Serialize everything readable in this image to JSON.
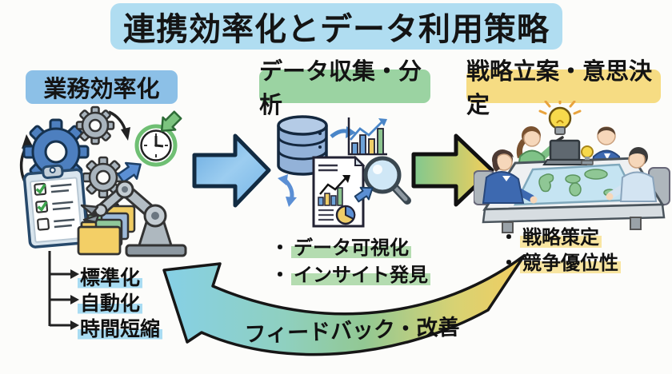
{
  "title": "連携効率化とデータ利用策略",
  "bullet_char": "・",
  "colors": {
    "title_bg": "#b0ddf1",
    "section1_bg": "#8cc0e7",
    "section2_bg": "#9bd3a2",
    "section3_bg": "#f6dc83",
    "highlight_blue": "#a9dcf2",
    "highlight_green": "#b4dcb0",
    "highlight_yellow": "#f8e5a1",
    "flow_arrow1": "#7db9e8",
    "flow_arrow2_start": "#82c88e",
    "flow_arrow2_end": "#f4cf5a",
    "feedback_blue": "#86d0e6",
    "feedback_green": "#92c893",
    "feedback_yellow": "#f3cd5f",
    "outline_dark": "#16324f"
  },
  "sections": [
    {
      "label": "業務効率化",
      "icons": [
        "gears-icon",
        "clock-icon",
        "clipboard-checklist-icon",
        "robot-arm-icon",
        "folders-icon"
      ],
      "items": [
        "標準化",
        "自動化",
        "時間短縮"
      ]
    },
    {
      "label": "データ収集・分析",
      "icons": [
        "database-icon",
        "bar-chart-icon",
        "report-document-icon",
        "magnifier-icon"
      ],
      "items": [
        "データ可視化",
        "インサイト発見"
      ]
    },
    {
      "label": "戦略立案・意思決定",
      "icons": [
        "lightbulb-icon",
        "meeting-table-icon",
        "world-map-icon",
        "laptop-icon",
        "people-icon"
      ],
      "items": [
        "戦略策定",
        "競争優位性"
      ]
    }
  ],
  "feedback": {
    "label": "フィードバック・改善"
  }
}
